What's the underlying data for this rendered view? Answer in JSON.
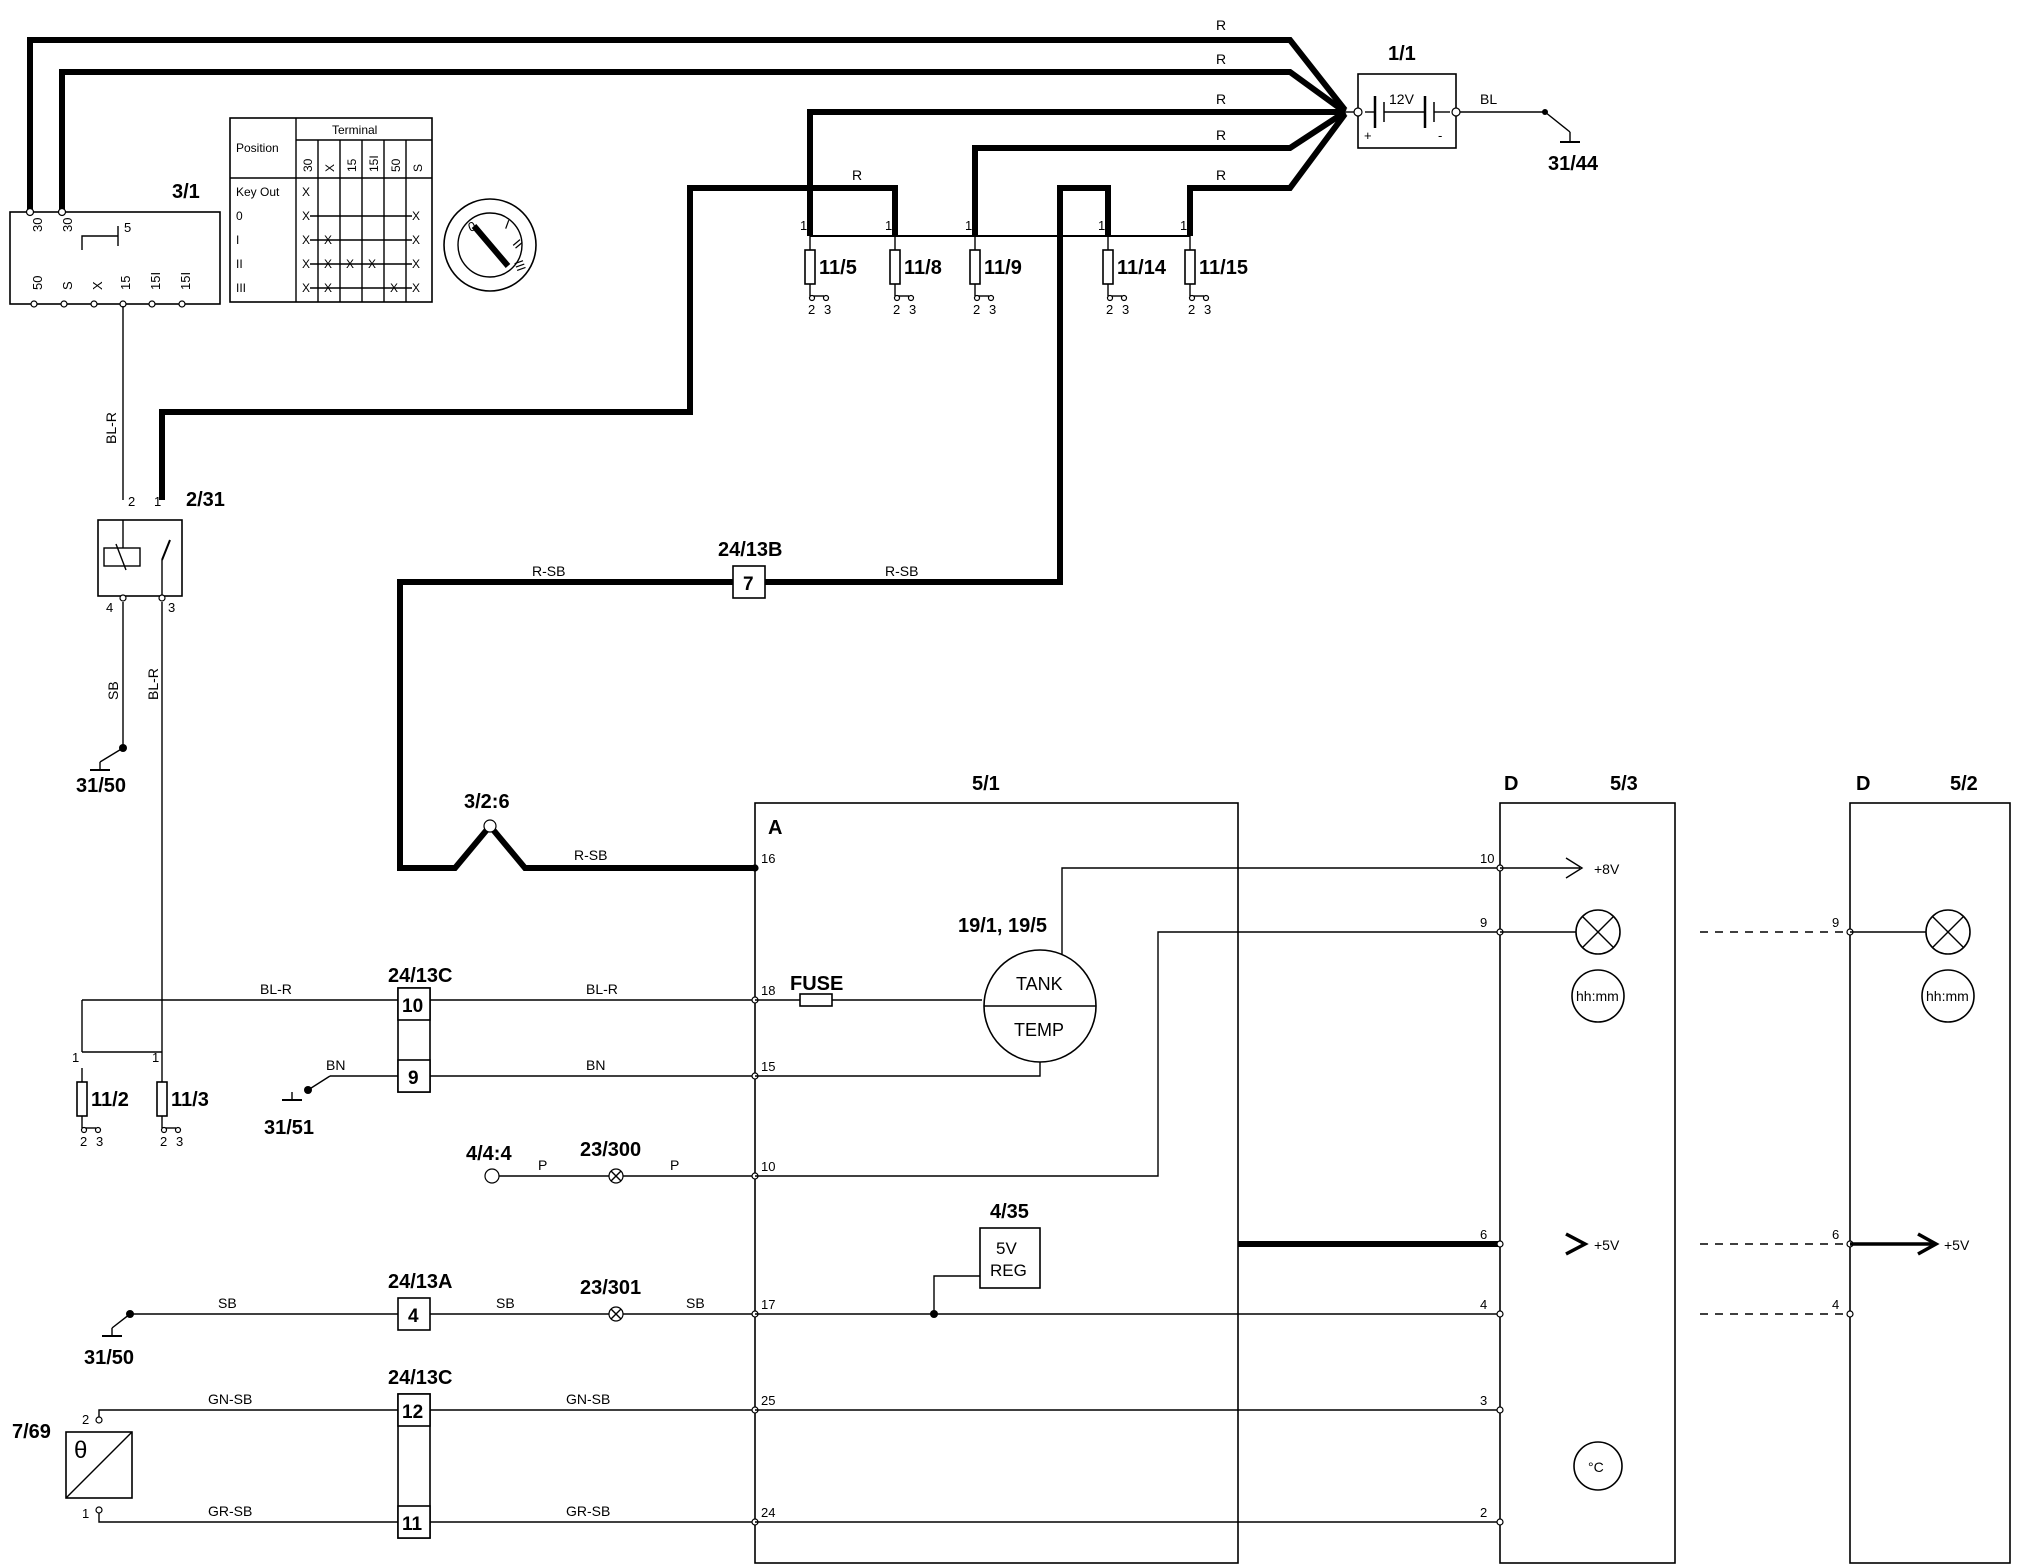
{
  "battery": {
    "ref": "1/1",
    "voltage": "12V",
    "plus": "+",
    "minus": "-",
    "ground_wire": "BL",
    "ground_ref": "31/44"
  },
  "ignition_switch": {
    "ref": "3/1",
    "top_terminals": [
      "30",
      "30"
    ],
    "inner_label": "5",
    "bottom_terminals": [
      "50",
      "S",
      "X",
      "15",
      "15I",
      "15I"
    ],
    "table": {
      "position_header": "Position",
      "terminal_header": "Terminal",
      "columns": [
        "30",
        "X",
        "15",
        "15I",
        "50",
        "S"
      ],
      "rows": [
        {
          "pos": "Key Out",
          "marks": [
            "X",
            "",
            "",
            "",
            "",
            ""
          ]
        },
        {
          "pos": "0",
          "marks": [
            "X",
            "",
            "",
            "",
            "",
            "X"
          ]
        },
        {
          "pos": "I",
          "marks": [
            "X",
            "X",
            "",
            "",
            "",
            "X"
          ]
        },
        {
          "pos": "II",
          "marks": [
            "X",
            "X",
            "X",
            "X",
            "",
            "X"
          ]
        },
        {
          "pos": "III",
          "marks": [
            "X",
            "X",
            "",
            "",
            "X",
            "X"
          ]
        }
      ]
    },
    "dial_labels": [
      "0",
      "I",
      "II",
      "III"
    ]
  },
  "fuses_top": [
    {
      "ref": "11/5",
      "pin1": "1",
      "pin2": "2",
      "pin3": "3"
    },
    {
      "ref": "11/8",
      "pin1": "1",
      "pin2": "2",
      "pin3": "3"
    },
    {
      "ref": "11/9",
      "pin1": "1",
      "pin2": "2",
      "pin3": "3"
    },
    {
      "ref": "11/14",
      "pin1": "1",
      "pin2": "2",
      "pin3": "3"
    },
    {
      "ref": "11/15",
      "pin1": "1",
      "pin2": "2",
      "pin3": "3"
    }
  ],
  "fuses_left": [
    {
      "ref": "11/2",
      "pin1": "1",
      "pin2": "2",
      "pin3": "3"
    },
    {
      "ref": "11/3",
      "pin1": "1",
      "pin2": "2",
      "pin3": "3"
    }
  ],
  "wire_colors": {
    "r": "R",
    "rsb": "R-SB",
    "blr": "BL-R",
    "sb": "SB",
    "bn": "BN",
    "p": "P",
    "gnsb": "GN-SB",
    "grsb": "GR-SB"
  },
  "relay": {
    "ref": "2/31",
    "pins": [
      "2",
      "1",
      "4",
      "3"
    ]
  },
  "grounds": {
    "g1": "31/50",
    "g2": "31/51",
    "g3": "31/50"
  },
  "connectors": {
    "c13b": {
      "ref": "24/13B",
      "pin": "7"
    },
    "c13c_upper": {
      "ref": "24/13C",
      "pins": [
        "10",
        "9"
      ]
    },
    "c13a": {
      "ref": "24/13A",
      "pin": "4"
    },
    "c13c_lower": {
      "ref": "24/13C",
      "pins": [
        "12",
        "11"
      ]
    }
  },
  "splice": {
    "ref": "3/2:6"
  },
  "splices": {
    "s300": "23/300",
    "s301": "23/301"
  },
  "p_source": "4/4:4",
  "sensor": {
    "ref": "7/69",
    "pin_top": "2",
    "pin_bottom": "1"
  },
  "module_51": {
    "ref": "5/1",
    "section": "A",
    "pins": [
      "16",
      "18",
      "15",
      "10",
      "17",
      "25",
      "24"
    ],
    "fuse_label": "FUSE",
    "gauge_ref": "19/1, 19/5",
    "gauge_top": "TANK",
    "gauge_bottom": "TEMP",
    "reg_ref": "4/35",
    "reg_line1": "5V",
    "reg_line2": "REG"
  },
  "module_53": {
    "ref": "5/3",
    "section": "D",
    "pins": [
      "10",
      "9",
      "6",
      "4",
      "3",
      "2"
    ],
    "out_8v": "+8V",
    "out_5v": "+5V",
    "clock": "hh:mm",
    "temp": "°C"
  },
  "module_52": {
    "ref": "5/2",
    "section": "D",
    "pins": [
      "9",
      "6",
      "4"
    ],
    "out_5v": "+5V",
    "clock": "hh:mm"
  }
}
